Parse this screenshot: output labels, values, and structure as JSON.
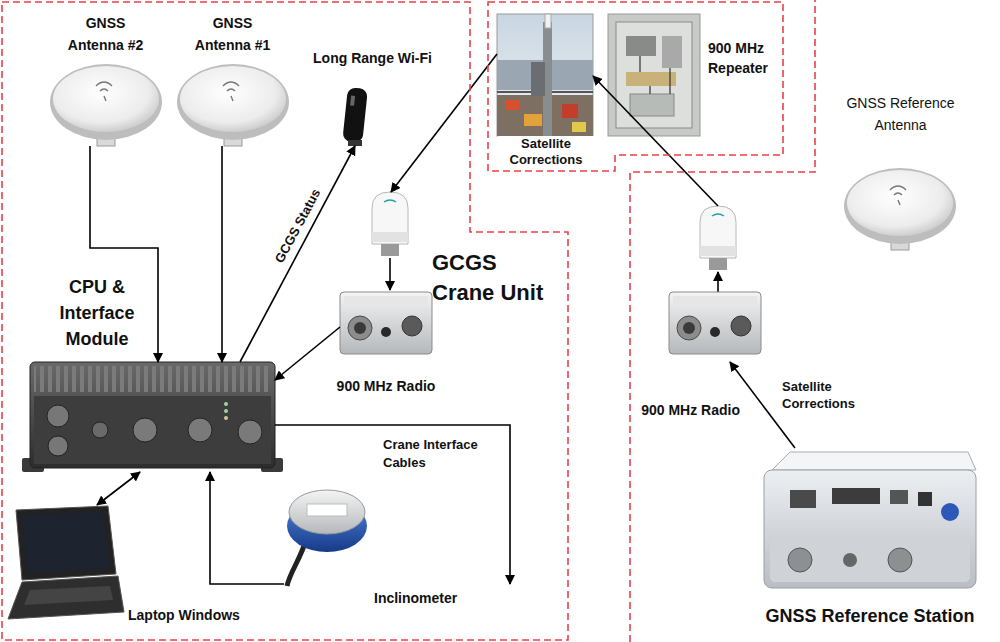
{
  "diagram": {
    "nodes": [
      {
        "text": [
          "GCGS Crane Unit"
        ]
      },
      {
        "text": [
          "GNSS Antenna #2"
        ],
        "in": 0
      },
      {
        "text": [
          "GNSS Antenna #1"
        ],
        "in": 0
      },
      {
        "text": [
          "Long Range Wi-Fi"
        ],
        "in": 0
      },
      {
        "text": [
          "900 MHz Radio"
        ],
        "in": 0
      },
      {
        "text": [
          "CPU & Interface Module"
        ],
        "in": 0
      },
      {
        "text": [
          "Laptop Windows"
        ],
        "in": 0
      },
      {
        "text": [
          "Inclinometer"
        ],
        "in": 0
      },
      {
        "text": [
          "900 MHz Repeater"
        ]
      },
      {
        "text": [
          "Satellite Corrections"
        ],
        "in": 8
      },
      {
        "text": [
          "GNSS Reference Antenna"
        ]
      },
      {
        "text": [
          "900 MHz Radio"
        ]
      },
      {
        "text": [
          "GNSS Reference Station"
        ]
      }
    ],
    "edges": [
      {
        "from": 1,
        "to": 5,
        "arrow": "to"
      },
      {
        "from": 2,
        "to": 5,
        "arrow": "to"
      },
      {
        "from": 5,
        "to": 3,
        "label": "GCGS Status",
        "arrow": "to"
      },
      {
        "from": 4,
        "to": 5,
        "arrow": "to"
      },
      {
        "from": 9,
        "to": 4,
        "arrow": "to"
      },
      {
        "from": 11,
        "to": 9,
        "arrow": "to"
      },
      {
        "from": 12,
        "to": 11,
        "label": "Satellite Corrections",
        "arrow": "to"
      },
      {
        "from": 6,
        "to": 5,
        "arrow": "both"
      },
      {
        "from": 7,
        "to": 5,
        "arrow": "to"
      }
    ],
    "labels": [
      "Crane Interface Cables"
    ]
  }
}
